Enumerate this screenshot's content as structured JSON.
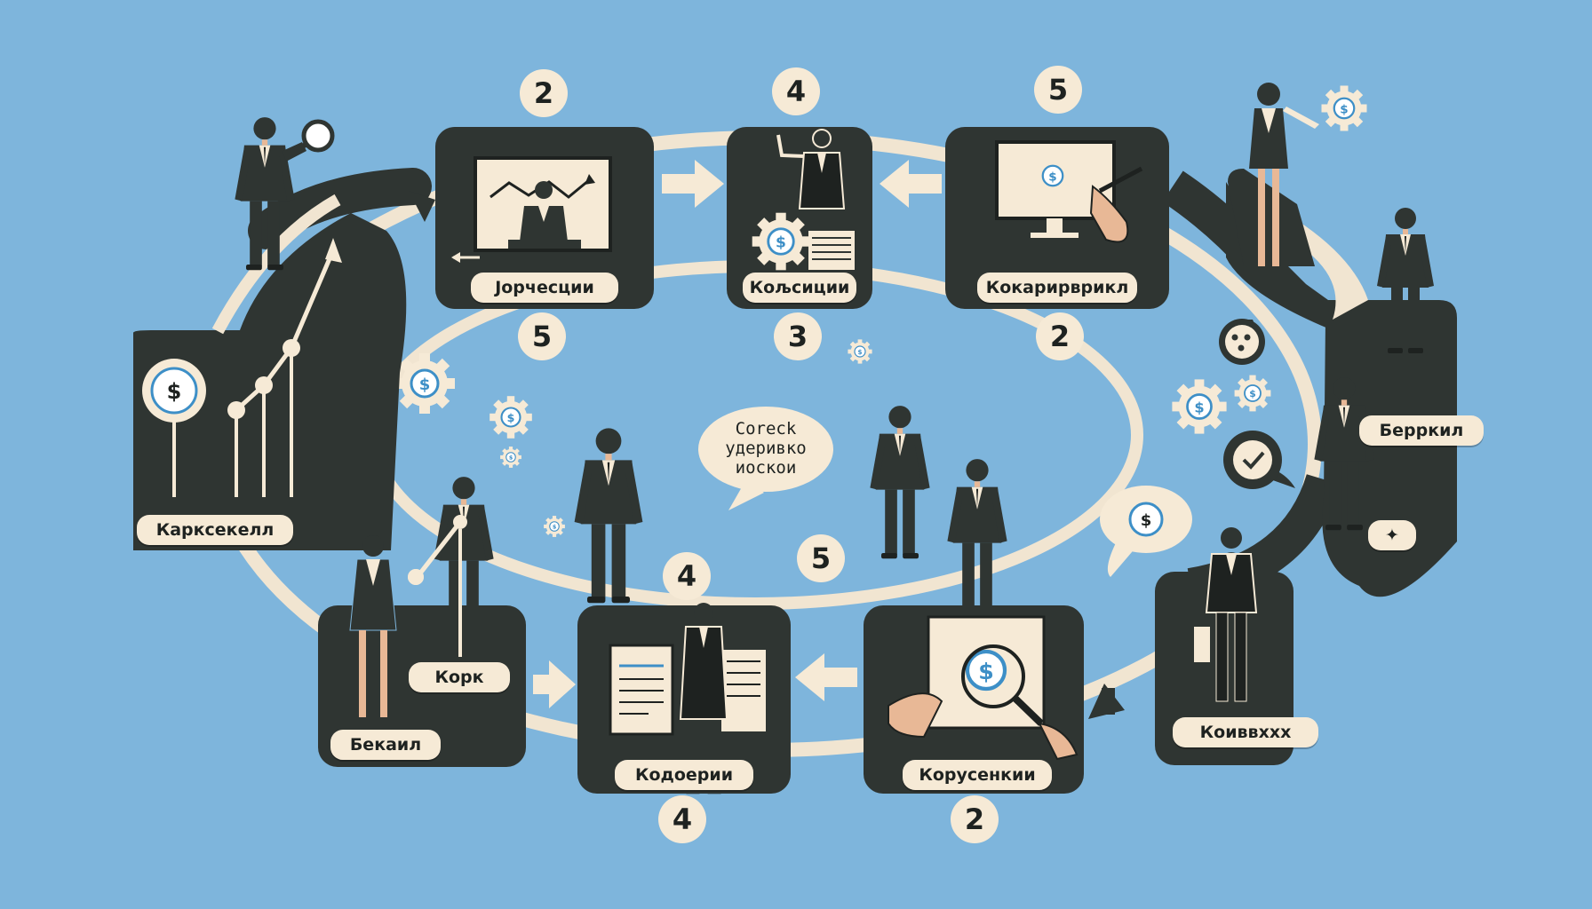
{
  "boxes": [
    {
      "id": "chart-screen",
      "label": "Јорчесции"
    },
    {
      "id": "pointing-man",
      "label": "Кољсиции"
    },
    {
      "id": "computer-hand",
      "label": "Кокарирврикл"
    },
    {
      "id": "growth-chart",
      "label": "Карксекелл"
    },
    {
      "id": "woman-thinking",
      "label": "Корк"
    },
    {
      "id": "woman-thinking-bottom",
      "label": "Бекаил"
    },
    {
      "id": "document-man",
      "label": "Кодоерии"
    },
    {
      "id": "gear-magnifier",
      "label": "Корусенкии"
    },
    {
      "id": "standing-man",
      "label": "Коиввххх"
    },
    {
      "id": "phone-man",
      "label": "Берркил"
    }
  ],
  "step_numbers": [
    {
      "id": "top-1",
      "value": "2"
    },
    {
      "id": "top-2",
      "value": "4"
    },
    {
      "id": "top-3",
      "value": "5"
    },
    {
      "id": "mid-1",
      "value": "5"
    },
    {
      "id": "mid-2",
      "value": "3"
    },
    {
      "id": "mid-3",
      "value": "2"
    },
    {
      "id": "center",
      "value": "5"
    },
    {
      "id": "low",
      "value": "4"
    },
    {
      "id": "bottom-1",
      "value": "4"
    },
    {
      "id": "bottom-2",
      "value": "2"
    }
  ],
  "speech_bubble": {
    "lines": [
      "Coreck",
      "удеривко",
      "иоскои"
    ]
  },
  "icons": [
    "dollar-icon",
    "gear-icon",
    "checkmark-icon",
    "magnifier-icon",
    "chat-dots-icon"
  ],
  "colors": {
    "background": "#7eb5dc",
    "box": "#2f3532",
    "label": "#f6ead6",
    "loop": "#f1e5d1",
    "accent": "#3d8fc7"
  }
}
